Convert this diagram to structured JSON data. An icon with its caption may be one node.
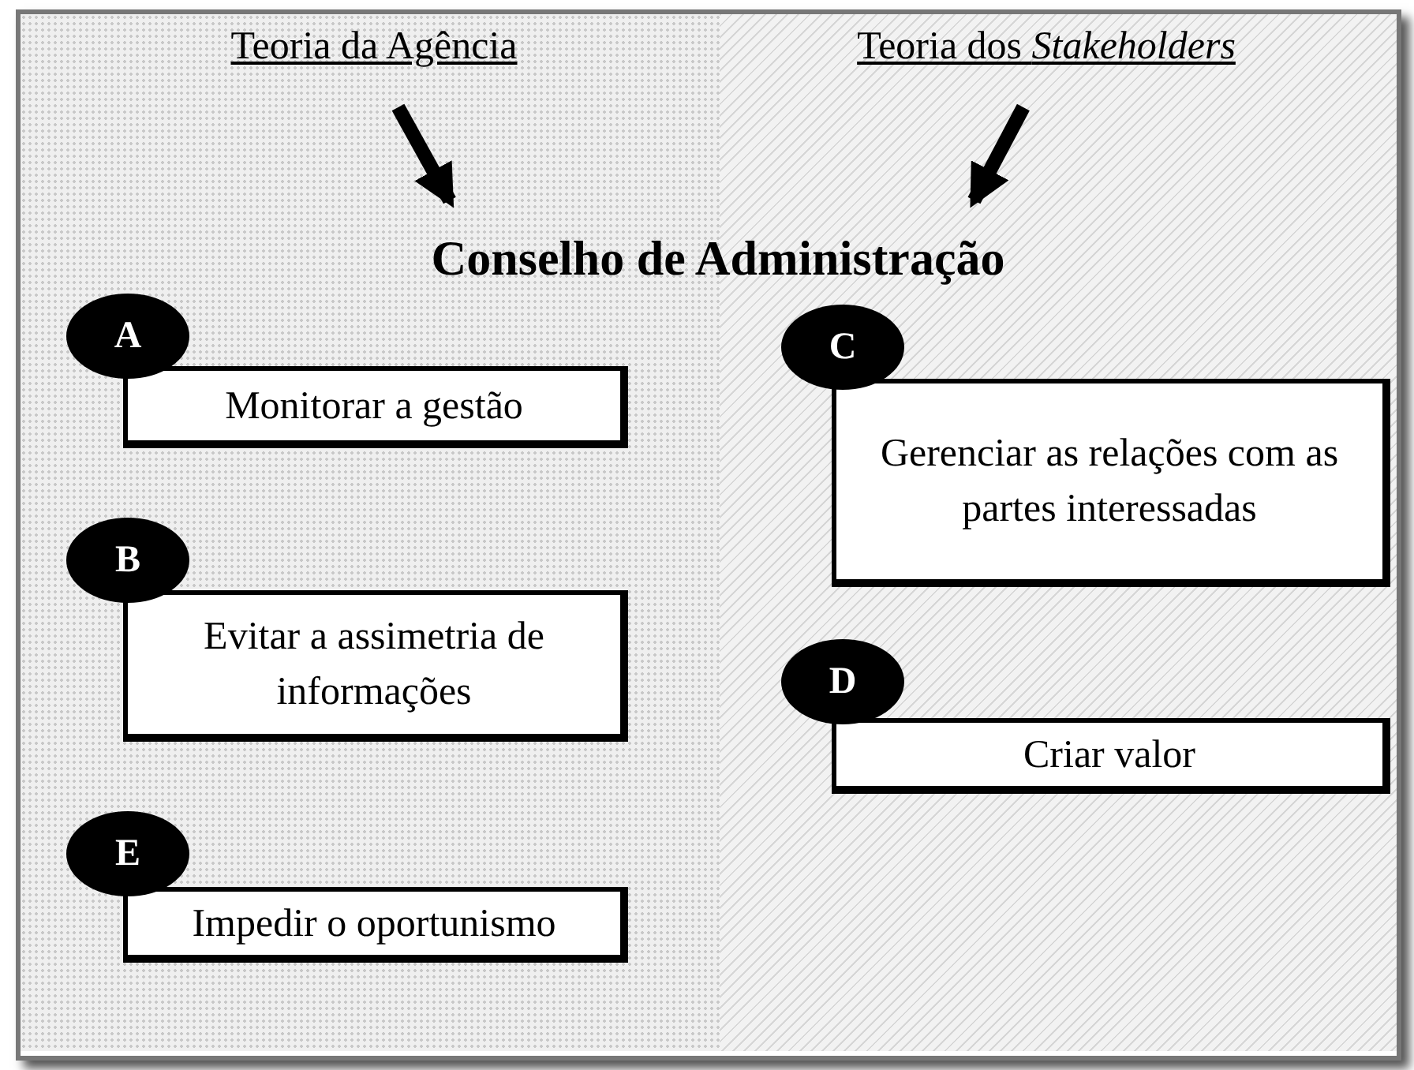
{
  "diagram": {
    "nodes": [
      {
        "text": [
          "Teoria da Agência"
        ]
      },
      {
        "text": [
          "Teoria dos *Stakeholders*"
        ]
      },
      {
        "text": [
          "Conselho de Administração"
        ]
      },
      {
        "text": [
          "A"
        ]
      },
      {
        "text": [
          "Monitorar a gestão"
        ]
      },
      {
        "text": [
          "C"
        ]
      },
      {
        "text": [
          "Gerenciar as relações com as partes interessadas"
        ]
      },
      {
        "text": [
          "B"
        ]
      },
      {
        "text": [
          "Evitar a assimetria de informações"
        ]
      },
      {
        "text": [
          "D"
        ]
      },
      {
        "text": [
          "Criar valor"
        ]
      },
      {
        "text": [
          "E"
        ]
      },
      {
        "text": [
          "Impedir o oportunismo"
        ]
      }
    ],
    "edges": [
      {
        "from": 0,
        "to": 2,
        "arrow": "to"
      },
      {
        "from": 1,
        "to": 2,
        "arrow": "to"
      }
    ]
  }
}
